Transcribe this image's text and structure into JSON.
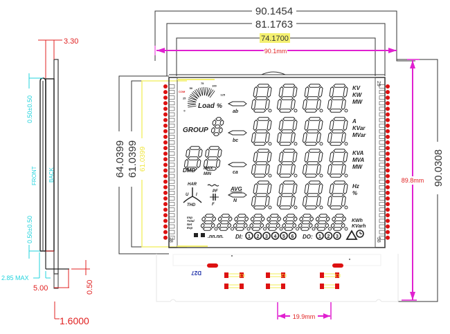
{
  "drawing": {
    "title": "Segment LCD module mechanical drawing",
    "colors": {
      "outline": "#222222",
      "dimension_black": "#333333",
      "dimension_red": "#e02020",
      "dimension_cyan": "#22d3dd",
      "dimension_magenta": "#e020d0",
      "highlight_yellow": "#f4f070",
      "pin_red": "#dd1111",
      "pcb_label_blue": "#2233aa"
    },
    "top_dimensions": {
      "overall_width": "90.1454",
      "glass_width": "81.1763",
      "viewing_area_width": "74.1700",
      "measured_width": "90.1mm"
    },
    "left_dimensions": {
      "overall_height": "64.0399",
      "glass_height": "61.0399",
      "viewing_area_height": "61.0399"
    },
    "right_dimensions": {
      "overall_height": "90.0308",
      "measured_height": "89.8mm"
    },
    "bottom_dimensions": {
      "pin_pitch_span": "19.9mm"
    },
    "side_view": {
      "thickness": "3.30",
      "top_tolerance": "0.50±0.50",
      "bottom_tolerance": "0.50±0.50",
      "front_label": "FRONT",
      "back_label": "BACK",
      "max_label": "2.85 MAX",
      "pin_offset": "5.00",
      "pin_thickness": "0.50",
      "pin_width": "1.6000"
    },
    "lcd": {
      "pin_labels": {
        "top_right": "29",
        "bottom_right": "58",
        "bottom_left": "28"
      },
      "load_label": "Load",
      "percent_label": "%",
      "load_scale": [
        "0",
        "25",
        "50",
        "75",
        "100",
        "125"
      ],
      "com_label": "COM",
      "phase_labels": [
        "ab",
        "bc",
        "ca"
      ],
      "avg_label": "AVG",
      "n_label": "N",
      "group_label": "GROUP",
      "dmd_label": "DMD",
      "max_label": "MAX",
      "min_label": "MIN",
      "har_label": "HAR",
      "thd_label": "THD",
      "u_label": "U",
      "i_label": "I",
      "pf_label": "PF",
      "f_label": "F",
      "row1_units": [
        "KV",
        "KW",
        "MW"
      ],
      "row2_units": [
        "A",
        "KVar",
        "MVar"
      ],
      "row3_units": [
        "KVA",
        "MVA",
        "MW"
      ],
      "row4_units": [
        "Hz",
        "%"
      ],
      "energy_units": [
        "KWh",
        "KVarh"
      ],
      "energy_labels": [
        "Imp",
        "Total",
        "Net",
        "Exp"
      ],
      "di_label": "DI:",
      "do_label": "DO:",
      "di_channels": [
        "1",
        "2",
        "3",
        "4",
        "5",
        "6"
      ],
      "do_channels": [
        "1",
        "2",
        "3"
      ],
      "pulse_label": ".nn.nn."
    },
    "pcb": {
      "label": "D27",
      "connectors": [
        "K1",
        "K2",
        "K3"
      ]
    }
  }
}
